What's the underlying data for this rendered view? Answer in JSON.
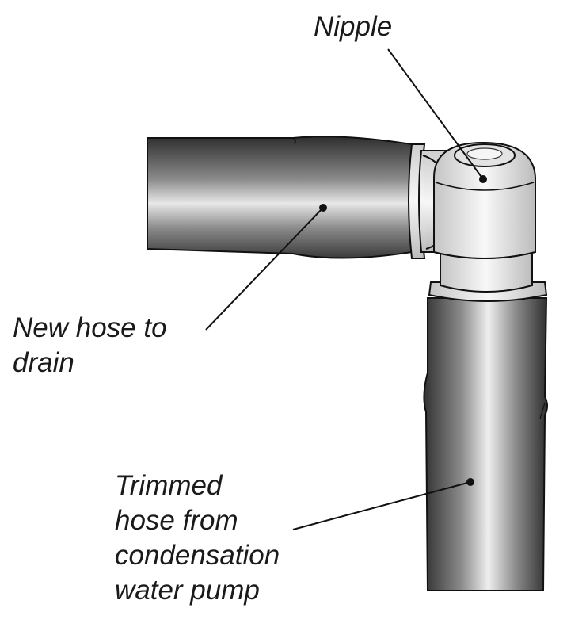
{
  "labels": {
    "nipple": "Nipple",
    "new_hose": [
      "New hose to",
      "drain"
    ],
    "trimmed_hose": [
      "Trimmed",
      "hose from",
      "condensation",
      "water pump"
    ]
  },
  "colors": {
    "hose_dark": "#3a3a3a",
    "hose_highlight": "#e6e6e6",
    "fitting_light": "#f0f0f0",
    "outline": "#111111",
    "text": "#1a1a1a"
  }
}
